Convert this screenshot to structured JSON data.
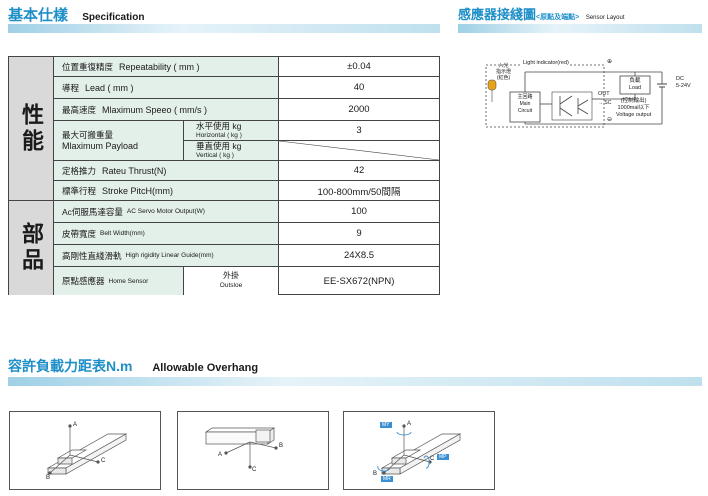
{
  "spec_section": {
    "title_zh": "基本仕樣",
    "title_en": "Specification"
  },
  "sensor_section": {
    "title_zh": "感應器接綫圖",
    "title_sub": "<原點及端點>",
    "title_en": "Sensor Layout"
  },
  "table": {
    "cat1": "性能",
    "cat2": "部品",
    "rows": [
      {
        "label_zh": "位置重復精度",
        "label_en": "Repeatability ( mm )",
        "value": "±0.04"
      },
      {
        "label_zh": "導程",
        "label_en": "Lead ( mm )",
        "value": "40"
      },
      {
        "label_zh": "最高速度",
        "label_en": "Mlaximum Speeo ( mm/s )",
        "value": "2000"
      },
      {
        "label_zh": "定格推力",
        "label_en": "Rateu Thrust(N)",
        "value": "42"
      },
      {
        "label_zh": "標準行程",
        "label_en": "Stroke PitcH(mm)",
        "value": "100-800mm/50間隔"
      },
      {
        "label_zh": "Ac伺服馬達容量",
        "label_en": "AC Servo Motor Output(W)",
        "value": "100"
      },
      {
        "label_zh": "皮帶寬度",
        "label_en": "Belt Width(mm)",
        "value": "9"
      },
      {
        "label_zh": "高剛性直綫滑軌",
        "label_en": "High rigidity Linear Guide(mm)",
        "value": "24X8.5"
      },
      {
        "label_zh": "原點感應器",
        "label_en": "Home Sensor",
        "mid_zh": "外掛",
        "mid_en": "Outsloe",
        "value": "EE-SX672(NPN)"
      }
    ],
    "payload": {
      "label_zh": "最大可搬重量",
      "label_en": "Mlaximum Payload",
      "h_zh": "水平使用 kg",
      "h_en": "Horizontal ( kg )",
      "h_value": "3",
      "v_zh": "垂直使用 kg",
      "v_en": "Vertical ( kg )",
      "v_value": ""
    }
  },
  "sensor": {
    "light_indicator": "Light indicator(red)",
    "in_light_1": "入光",
    "in_light_2": "指示燈",
    "in_light_3": "(紅色)",
    "main_circuit_zh": "主回路",
    "main_circuit_en_1": "Main",
    "main_circuit_en_2": "Circuit",
    "load_zh": "負載",
    "load_en": "Load",
    "dc_1": "DC",
    "dc_2": "5-24V",
    "plus": "⊕",
    "minus": "⊖",
    "out_label": "OUT",
    "out_sub": "→ SC",
    "control_out_1": "(控制輸出)",
    "control_out_2": "1000mal以下",
    "control_out_3": "Voltage output"
  },
  "overhang_section": {
    "title_zh": "容許負載力距表N.m",
    "title_en": "Allowable Overhang"
  },
  "diagram_labels": {
    "a": "A",
    "b": "B",
    "c": "C",
    "my": "MY",
    "mp": "MP",
    "mr": "MR"
  },
  "colors": {
    "accent_blue": "#1e8fc8",
    "label_bg": "#e3efe9",
    "category_bg": "#d9d9d9",
    "tag_blue": "#3b8fd0"
  }
}
